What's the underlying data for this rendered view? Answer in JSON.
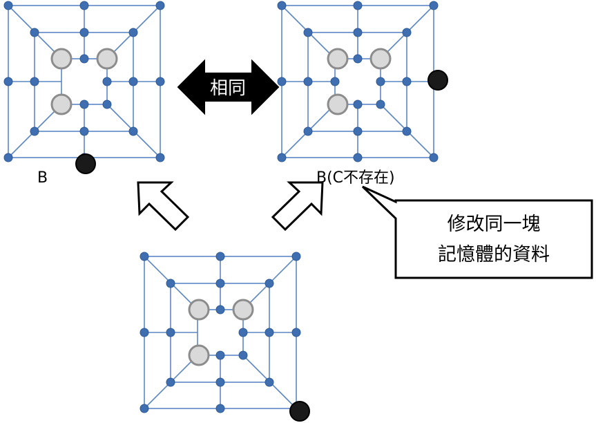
{
  "labels": {
    "board_left": "B",
    "board_right": "B(C不存在)"
  },
  "double_arrow": {
    "text": "相同"
  },
  "callout": {
    "line1": "修改同一塊",
    "line2": "記憶體的資料"
  },
  "colors": {
    "grid_line": "#5b86c4",
    "node": "#3f6fb0",
    "light_stone": "#d9d9d9",
    "dark_stone": "#1a1a1a",
    "arrow_fill": "#000000"
  },
  "boards": [
    {
      "name": "board-left",
      "light_stones": [
        [
          1,
          1
        ],
        [
          1,
          2
        ],
        [
          2,
          1
        ]
      ],
      "dark_stones": [
        [
          2,
          3,
          "bottom-middle-outer"
        ]
      ]
    },
    {
      "name": "board-right",
      "light_stones": [
        [
          1,
          1
        ],
        [
          1,
          2
        ],
        [
          2,
          1
        ]
      ],
      "dark_stones": [
        [
          0,
          2,
          "right-middle-outer"
        ]
      ]
    },
    {
      "name": "board-bottom",
      "light_stones": [
        [
          1,
          1
        ],
        [
          1,
          2
        ],
        [
          2,
          1
        ]
      ],
      "dark_stones": [
        [
          2,
          2,
          "bottom-right-outer"
        ]
      ]
    }
  ]
}
